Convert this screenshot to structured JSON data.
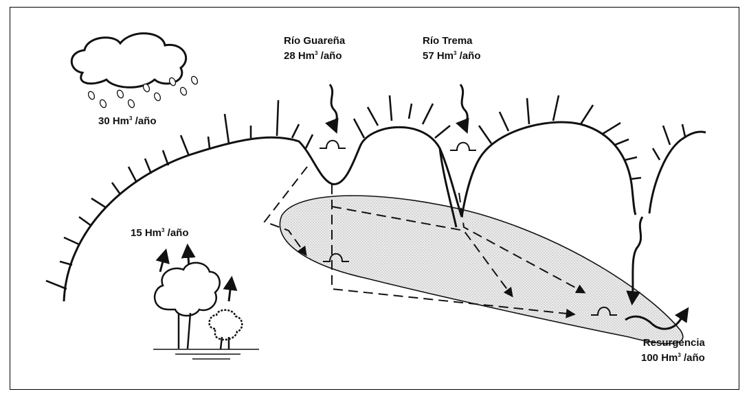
{
  "labels": {
    "rain": {
      "value": "30 Hm",
      "unit": "/año"
    },
    "evapo": {
      "value": "15 Hm",
      "unit": "/año"
    },
    "guarena": {
      "name": "Río Guareña",
      "value": "28 Hm",
      "unit": "/año"
    },
    "trema": {
      "name": "Río Trema",
      "value": "57 Hm",
      "unit": "/año"
    },
    "resurgencia": {
      "name": "Resurgencia",
      "value": "100 Hm",
      "unit": "/año"
    }
  },
  "exponent": "3",
  "colors": {
    "ink": "#111111",
    "aquifer": "#d9d9d9"
  }
}
